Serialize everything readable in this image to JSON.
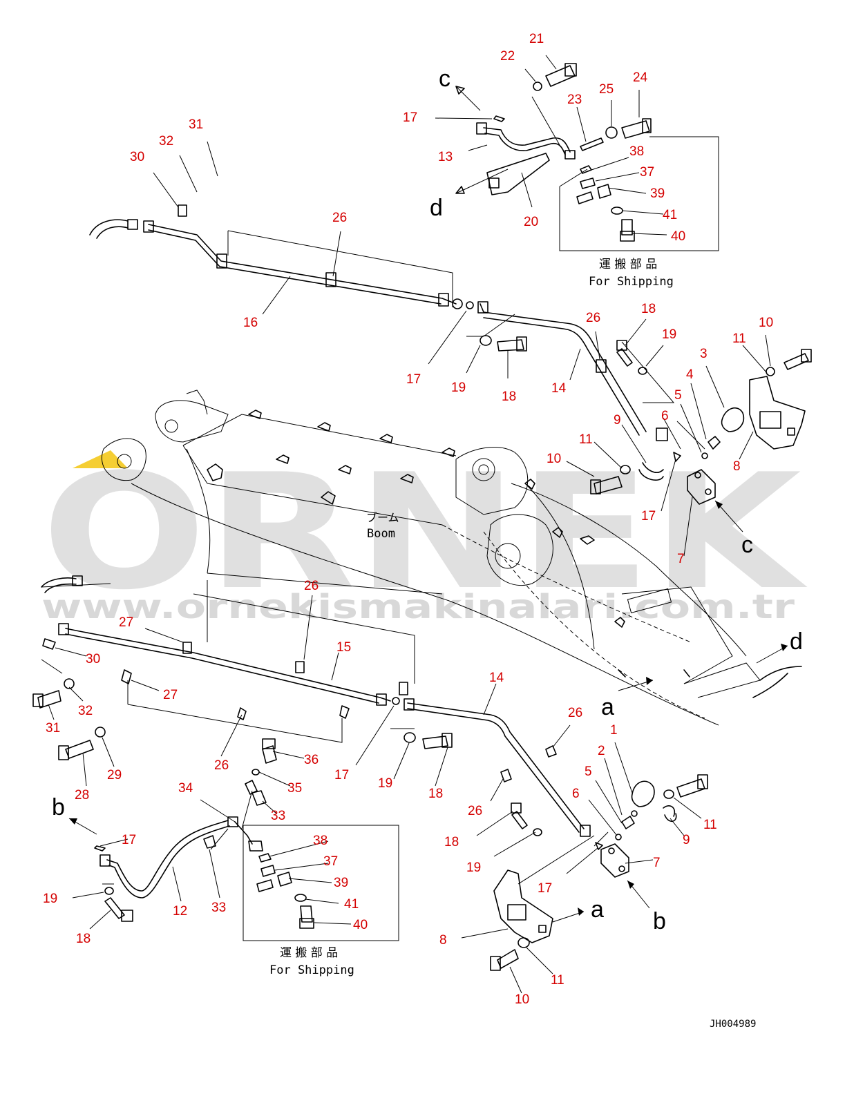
{
  "drawing_id": "JH004989",
  "watermark": {
    "brand": "ORNEK",
    "url": "www.ornekismakinalari.com.tr",
    "accent_color": "#f2c200"
  },
  "labels": {
    "boom_jp": "ブーム",
    "boom_en": "Boom",
    "shipping_jp": "運 搬 部 品",
    "shipping_en": "For Shipping"
  },
  "view_letters": {
    "c_top": "c",
    "d_top": "d",
    "c_right": "c",
    "d_right": "d",
    "a_mid": "a",
    "b_left": "b",
    "a_bottom": "a",
    "b_bottom": "b"
  },
  "callouts": {
    "n21": "21",
    "n22": "22",
    "n17a": "17",
    "n13": "13",
    "n23": "23",
    "n25": "25",
    "n24": "24",
    "n38a": "38",
    "n37a": "37",
    "n39a": "39",
    "n41a": "41",
    "n40a": "40",
    "n20": "20",
    "n31a": "31",
    "n32a": "32",
    "n30a": "30",
    "n26a": "26",
    "n16": "16",
    "n17b": "17",
    "n19a": "19",
    "n18a": "18",
    "n14a": "14",
    "n26b": "26",
    "n18b": "18",
    "n19b": "19",
    "n10a": "10",
    "n11a": "11",
    "n3": "3",
    "n4": "4",
    "n5a": "5",
    "n6a": "6",
    "n9a": "9",
    "n11b": "11",
    "n10b": "10",
    "n8a": "8",
    "n17c": "17",
    "n7a": "7",
    "n26c": "26",
    "n27a": "27",
    "n30b": "30",
    "n15": "15",
    "n27b": "27",
    "n32b": "32",
    "n31b": "31",
    "n28": "28",
    "n29": "29",
    "n26d": "26",
    "n36": "36",
    "n35": "35",
    "n17d": "17",
    "n19c": "19",
    "n18c": "18",
    "n14b": "14",
    "n26e": "26",
    "n34": "34",
    "n33a": "33",
    "n26f": "26",
    "n1": "1",
    "n2": "2",
    "n5b": "5",
    "n6b": "6",
    "n11c": "11",
    "n9b": "9",
    "n7b": "7",
    "n17e": "17",
    "n18d": "18",
    "n19d": "19",
    "n17f": "17",
    "n19e": "19",
    "n18e": "18",
    "n12": "12",
    "n33b": "33",
    "n38b": "38",
    "n37b": "37",
    "n39b": "39",
    "n41b": "41",
    "n40b": "40",
    "n8b": "8",
    "n11d": "11",
    "n10c": "10"
  }
}
